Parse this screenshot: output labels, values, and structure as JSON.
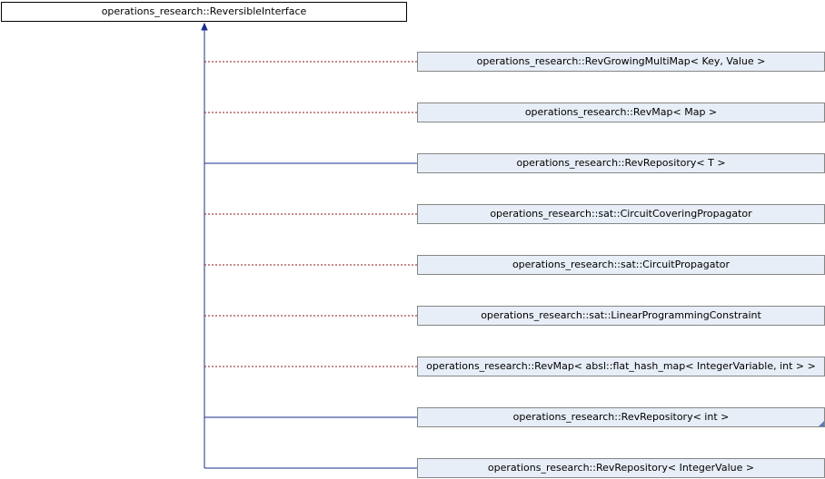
{
  "base_class": "operations_research::ReversibleInterface",
  "derived_classes": [
    {
      "label": "operations_research::RevGrowingMultiMap< Key, Value >",
      "link": "dotted"
    },
    {
      "label": "operations_research::RevMap< Map >",
      "link": "dotted"
    },
    {
      "label": "operations_research::RevRepository< T >",
      "link": "solid"
    },
    {
      "label": "operations_research::sat::CircuitCoveringPropagator",
      "link": "dotted"
    },
    {
      "label": "operations_research::sat::CircuitPropagator",
      "link": "dotted"
    },
    {
      "label": "operations_research::sat::LinearProgrammingConstraint",
      "link": "dotted"
    },
    {
      "label": "operations_research::RevMap< absl::flat_hash_map< IntegerVariable, int > >",
      "link": "dotted"
    },
    {
      "label": "operations_research::RevRepository< int >",
      "link": "solid",
      "truncated": true
    },
    {
      "label": "operations_research::RevRepository< IntegerValue >",
      "link": "solid"
    }
  ],
  "colors": {
    "inheritance_line": "#1b2f8a",
    "template_line": "#8b1a1a",
    "node_fill": "#e8eef7",
    "node_border": "#868686"
  }
}
